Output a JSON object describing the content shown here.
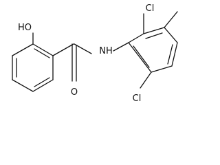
{
  "molecule": {
    "atom_labels": {
      "hydroxyl": "HO",
      "amide_nitrogen": "NH",
      "carbonyl_oxygen": "O",
      "chlorine_upper": "Cl",
      "chlorine_lower": "Cl"
    }
  }
}
